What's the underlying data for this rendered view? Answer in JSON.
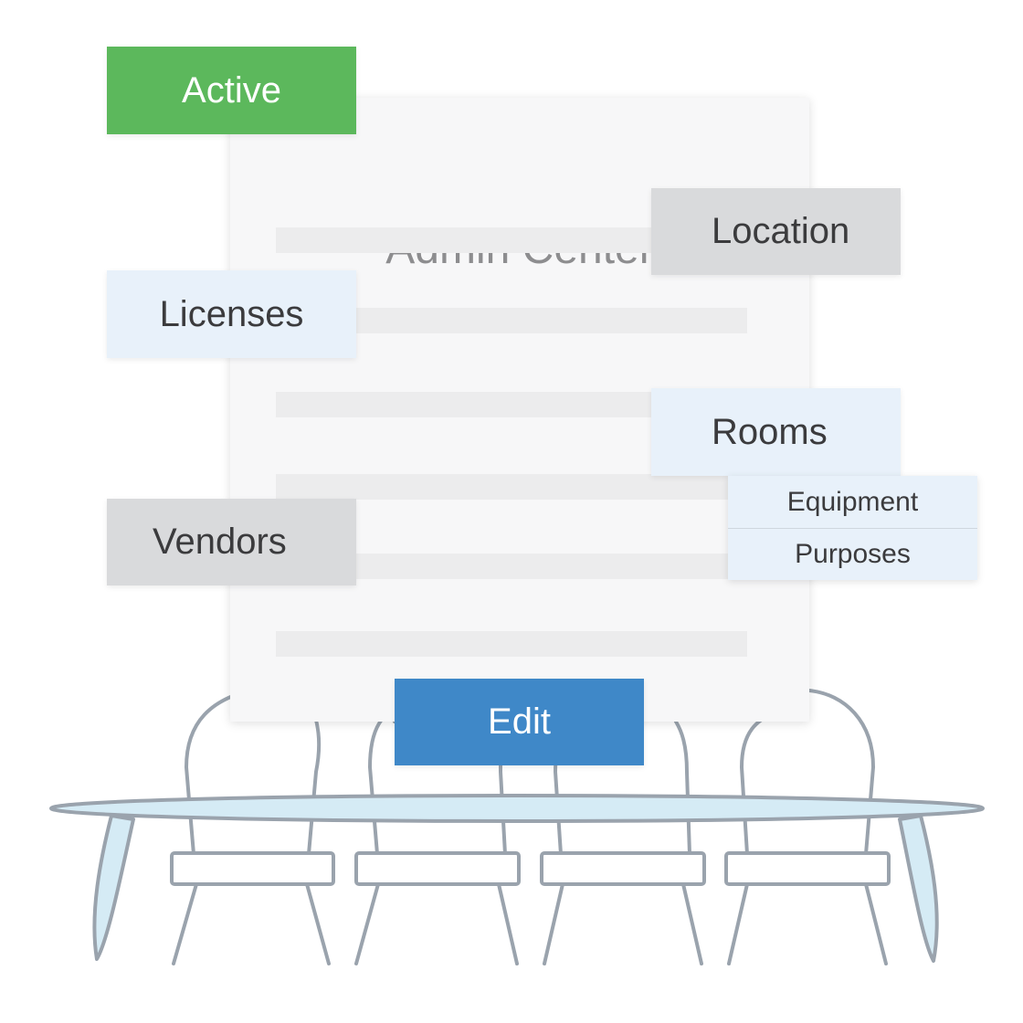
{
  "card": {
    "title": "Admin Center"
  },
  "tags": {
    "active": "Active",
    "location": "Location",
    "licenses": "Licenses",
    "rooms": "Rooms",
    "vendors": "Vendors",
    "edit": "Edit"
  },
  "rooms_menu": {
    "items": [
      {
        "label": "Equipment"
      },
      {
        "label": "Purposes"
      }
    ]
  },
  "colors": {
    "active_green": "#5cb85c",
    "edit_blue": "#3f88c8",
    "tag_gray": "#d9dadc",
    "tag_light_blue": "#e8f1fa",
    "table_glass": "#d5ebf5",
    "outline": "#9aa3ad"
  },
  "icons": [
    "conference-table-icon",
    "chair-icon"
  ]
}
